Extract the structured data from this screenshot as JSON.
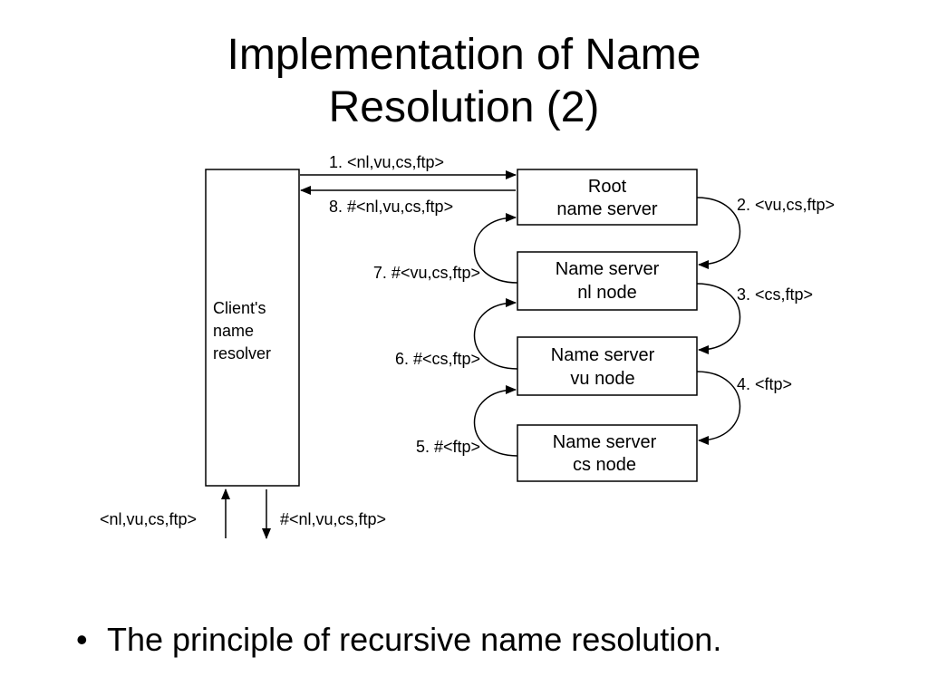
{
  "slide": {
    "title_line1": "Implementation of Name",
    "title_line2": "Resolution (2)",
    "bullet_symbol": "•",
    "bullet_text": "The principle of recursive name resolution."
  },
  "diagram": {
    "client_box": {
      "line1": "Client's",
      "line2": "name",
      "line3": "resolver"
    },
    "servers": [
      {
        "line1": "Root",
        "line2": "name server"
      },
      {
        "line1": "Name server",
        "line2": "nl node"
      },
      {
        "line1": "Name server",
        "line2": "vu node"
      },
      {
        "line1": "Name server",
        "line2": "cs node"
      }
    ],
    "messages": {
      "step1": "1. <nl,vu,cs,ftp>",
      "step2": "2. <vu,cs,ftp>",
      "step3": "3. <cs,ftp>",
      "step4": "4. <ftp>",
      "step5": "5. #<ftp>",
      "step6": "6. #<cs,ftp>",
      "step7": "7. #<vu,cs,ftp>",
      "step8": "8. #<nl,vu,cs,ftp>"
    },
    "client_input": "<nl,vu,cs,ftp>",
    "client_output": "#<nl,vu,cs,ftp>"
  }
}
